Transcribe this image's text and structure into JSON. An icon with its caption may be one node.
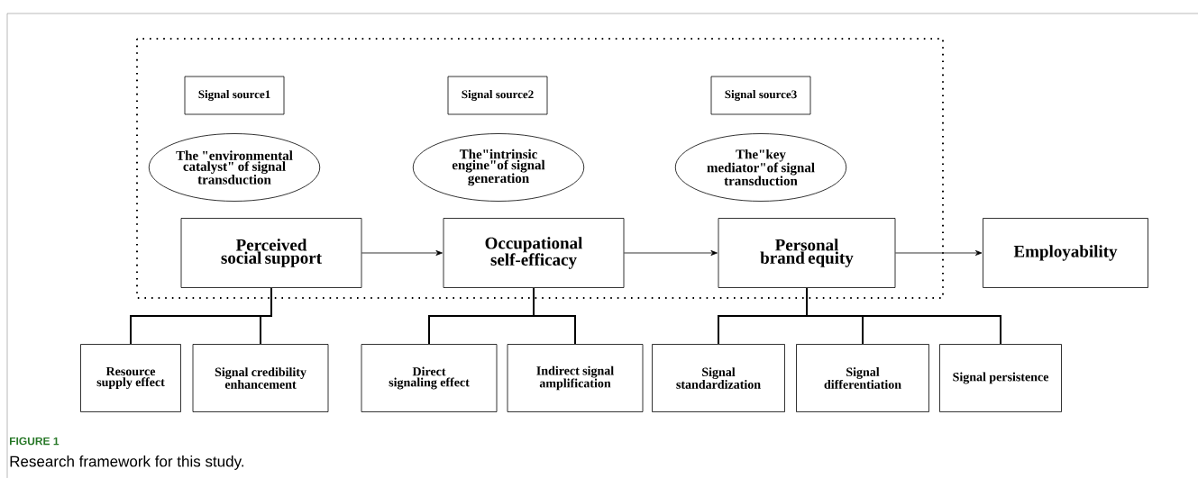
{
  "diagram": {
    "caption": "Research framework for this study.",
    "nodes": [
      {
        "text": [
          "Signal source1"
        ]
      },
      {
        "text": [
          "Signal source2"
        ]
      },
      {
        "text": [
          "Signal source3"
        ]
      },
      {
        "text": [
          "The \"environmental catalyst\" of signal transduction"
        ]
      },
      {
        "text": [
          "The\"intrinsic engine\"of signal generation"
        ]
      },
      {
        "text": [
          "The\"key mediator\"of signal transduction"
        ]
      },
      {
        "text": [
          "Perceived social support"
        ]
      },
      {
        "text": [
          "Occupational self-efficacy"
        ]
      },
      {
        "text": [
          "Personal brand equity"
        ]
      },
      {
        "text": [
          "Employability"
        ]
      },
      {
        "text": [
          "Resource supply effect"
        ]
      },
      {
        "text": [
          "Signal credibility enhancement"
        ]
      },
      {
        "text": [
          "Direct signaling effect"
        ]
      },
      {
        "text": [
          "Indirect signal amplification"
        ]
      },
      {
        "text": [
          "Signal standardization"
        ]
      },
      {
        "text": [
          "Signal differentiation"
        ]
      },
      {
        "text": [
          "Signal persistence"
        ]
      }
    ],
    "edges": [
      {
        "from": 6,
        "to": 7,
        "arrow": "to"
      },
      {
        "from": 7,
        "to": 8,
        "arrow": "to"
      },
      {
        "from": 8,
        "to": 9,
        "arrow": "to"
      },
      {
        "from": 6,
        "to": 10,
        "arrow": "none"
      },
      {
        "from": 6,
        "to": 11,
        "arrow": "none"
      },
      {
        "from": 7,
        "to": 12,
        "arrow": "none"
      },
      {
        "from": 7,
        "to": 13,
        "arrow": "none"
      },
      {
        "from": 8,
        "to": 14,
        "arrow": "none"
      },
      {
        "from": 8,
        "to": 15,
        "arrow": "none"
      },
      {
        "from": 8,
        "to": 16,
        "arrow": "none"
      }
    ],
    "labels": [
      "FIGURE 1"
    ]
  }
}
